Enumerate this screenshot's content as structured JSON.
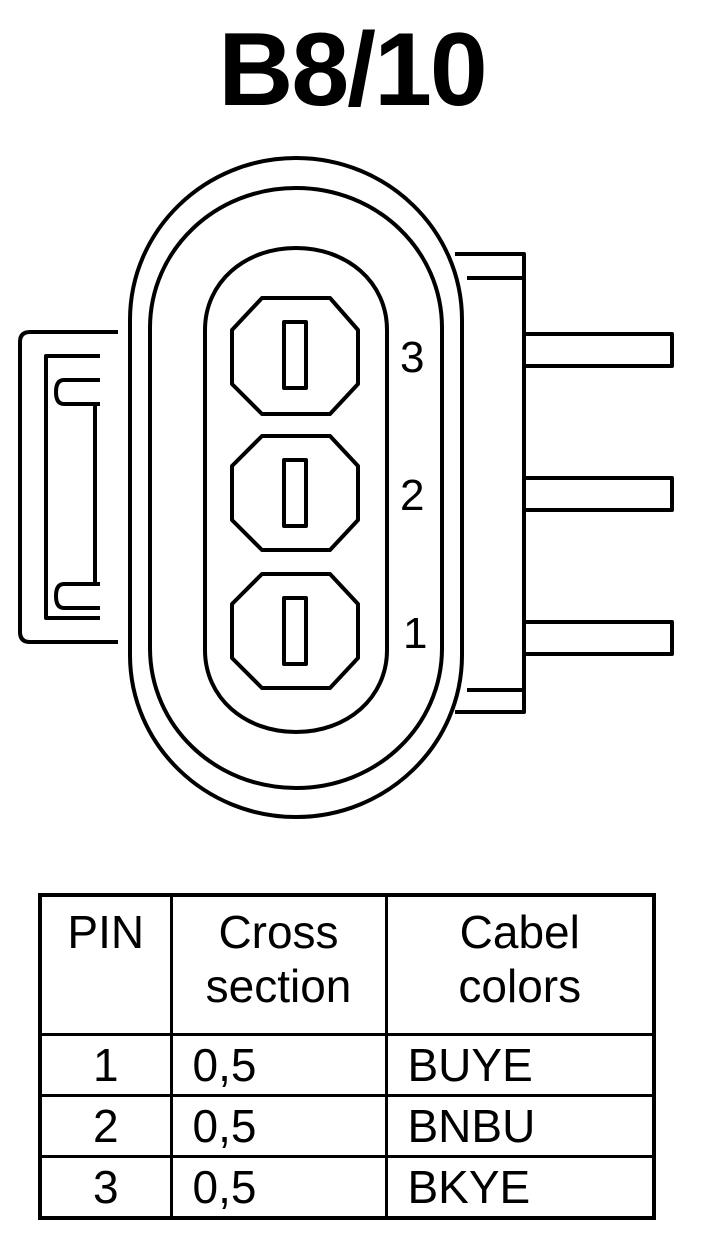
{
  "title": "B8/10",
  "connector": {
    "pin_labels": [
      "3",
      "2",
      "1"
    ]
  },
  "table": {
    "headers": {
      "pin": "PIN",
      "cross_section_line1": "Cross",
      "cross_section_line2": "section",
      "colors_line1": "Cabel",
      "colors_line2": "colors"
    },
    "rows": [
      {
        "pin": "1",
        "cross_section": "0,5",
        "color": "BUYE"
      },
      {
        "pin": "2",
        "cross_section": "0,5",
        "color": "BNBU"
      },
      {
        "pin": "3",
        "cross_section": "0,5",
        "color": "BKYE"
      }
    ]
  }
}
